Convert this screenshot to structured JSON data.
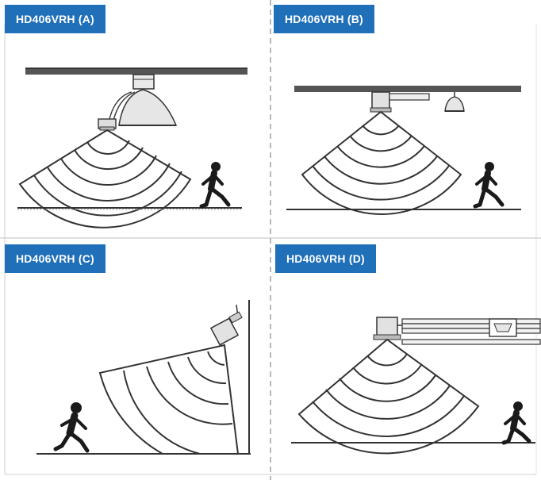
{
  "panels": [
    {
      "label": "HD406VRH (A)"
    },
    {
      "label": "HD406VRH (B)"
    },
    {
      "label": "HD406VRH (C)"
    },
    {
      "label": "HD406VRH (D)"
    }
  ],
  "colors": {
    "label_bg": "#1f6fb9",
    "label_text": "#ffffff",
    "line": "#2a2a2a",
    "divider": "#9a9a9a"
  }
}
